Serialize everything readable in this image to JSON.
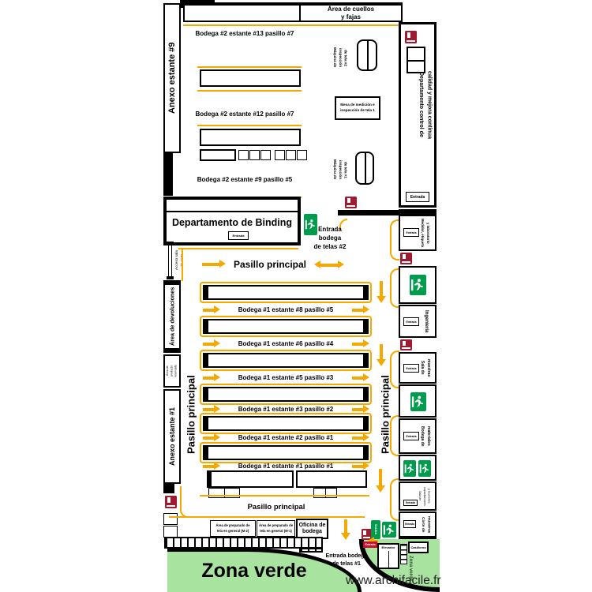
{
  "watermark": "www.archifacile.fr",
  "labels": {
    "entrada": "Entrada",
    "pasillo_principal": "Pasillo principal",
    "salida": "SALIDA"
  },
  "top_area": {
    "cuellos_fajas": "Área de cuellos\ny fajas",
    "anexo_estante_9": "Anexo estante #9"
  },
  "bodega2": {
    "estante13": "Bodega #2 estante #13 pasillo #7",
    "estante12": "Bodega #2 estante #12 pasillo #7",
    "estante9": "Bodega #2 estante #9 pasillo #5",
    "maquina2": "Máquina de\ninspección\nde tela #2",
    "maquina1": "Máquina de\ninspección\nde tela #1",
    "mesa1": "Mesa de medición e\ninspección de tela 1"
  },
  "binding": "Departamento de Binding",
  "calidad": "Departamento control de\ncalidad y mejora continua",
  "entradas": {
    "telas2": "Entrada\nbodega\nde telas #2",
    "telas1": "Entrada bodega\nde telas #1"
  },
  "left_strip": {
    "acceso_corte": "Acceso sala\nde corte",
    "devoluciones": "Área de devoluciones",
    "producto": "Área de\nproducto\nreservado",
    "anexo_estante_1": "Anexo estante #1"
  },
  "bodega1": {
    "shelves": [
      "Bodega #1 estante #8 pasillo #5",
      "Bodega #1 estante #6 pasillo #4",
      "Bodega #1 estante #5 pasillo #3",
      "Bodega #1 estante #3 pasillo #2",
      "Bodega #1 estante #2 pasillo #1",
      "Bodega #1 estante #1 pasillo #1"
    ]
  },
  "right_rooms": {
    "laboratorio": "Medidor, etiqueta\ny laboratorio",
    "ingenieria": "Ingeniería",
    "sala_muestras": "Sala de\nmuestras",
    "bodega_materiales": "Bodega de\nmateriales",
    "capacitaciones": "Sala de\ncapacitaciones\ny reuniones",
    "corte_muestras": "Corte de\nmuestras"
  },
  "bottom": {
    "prep_m2": "Área de preparado de\ntela en general (M-2)",
    "prep_m1": "Área de preparado de\ntela en general (M-1)",
    "oficina": "Oficina de\nbodega",
    "casilleros": "Casilleros",
    "zona_verde": "Zona verde",
    "elevador": "Elevador"
  },
  "colors": {
    "accent_yellow": "#F5A800",
    "green_zone": "#A9E3A0",
    "exit_green": "#009B4D",
    "fire_red": "#9E1B32"
  }
}
